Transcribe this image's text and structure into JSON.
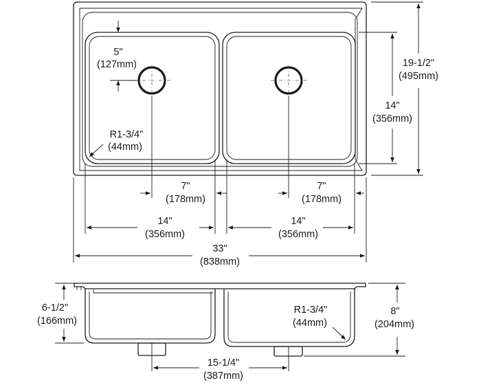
{
  "top_view": {
    "overall_width": {
      "imperial": "33\"",
      "metric": "(838mm)"
    },
    "overall_depth": {
      "imperial": "19-1/2\"",
      "metric": "(495mm)"
    },
    "bowl_depth": {
      "imperial": "14\"",
      "metric": "(356mm)"
    },
    "drain_setback": {
      "imperial": "5\"",
      "metric": "(127mm)"
    },
    "corner_radius": {
      "imperial": "R1-3/4\"",
      "metric": "(44mm)"
    },
    "left_drain_offset": {
      "imperial": "7\"",
      "metric": "(178mm)"
    },
    "right_drain_offset": {
      "imperial": "7\"",
      "metric": "(178mm)"
    },
    "left_bowl_width": {
      "imperial": "14\"",
      "metric": "(356mm)"
    },
    "right_bowl_width": {
      "imperial": "14\"",
      "metric": "(356mm)"
    }
  },
  "section_view": {
    "left_bowl_depth": {
      "imperial": "6-1/2\"",
      "metric": "(166mm)"
    },
    "right_bowl_depth": {
      "imperial": "8\"",
      "metric": "(204mm)"
    },
    "bottom_radius": {
      "imperial": "R1-3/4\"",
      "metric": "(44mm)"
    },
    "drain_spacing": {
      "imperial": "15-1/4\"",
      "metric": "(387mm)"
    }
  },
  "colors": {
    "line": "#1a1a1a",
    "background": "#ffffff"
  }
}
